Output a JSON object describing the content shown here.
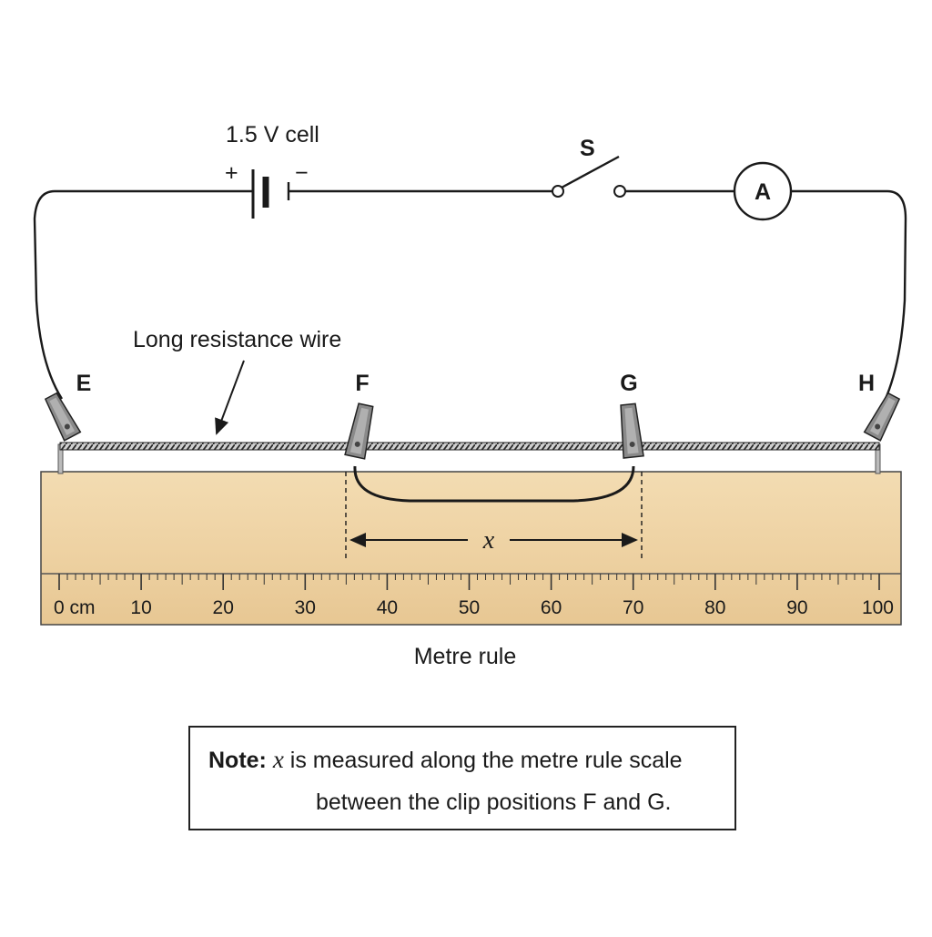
{
  "cell": {
    "label": "1.5 V cell",
    "plus": "+",
    "minus": "−"
  },
  "switch": {
    "label": "S"
  },
  "ammeter": {
    "label": "A"
  },
  "wire": {
    "label": "Long resistance wire"
  },
  "points": {
    "E": "E",
    "F": "F",
    "G": "G",
    "H": "H"
  },
  "measure": {
    "symbol": "x"
  },
  "rule": {
    "title": "Metre rule",
    "tick_labels": [
      "0 cm",
      "10",
      "20",
      "30",
      "40",
      "50",
      "60",
      "70",
      "80",
      "90",
      "100"
    ]
  },
  "note": {
    "prefix": "Note:",
    "symbol": "x",
    "line1": "is measured along the metre rule scale",
    "line2": "between the clip positions F and G."
  },
  "colors": {
    "wood": "#efd5a9",
    "wood_dark": "#e2c28e",
    "line": "#1a1a1a",
    "clip": "#7a7a7a"
  }
}
